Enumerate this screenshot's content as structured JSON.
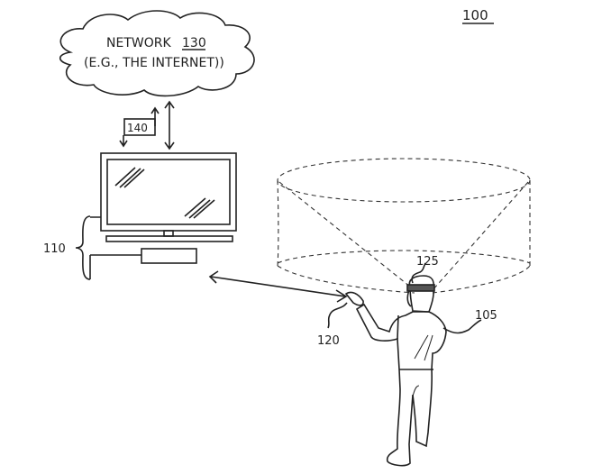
{
  "figure_label": "100",
  "network": {
    "line1": "NETWORK",
    "ref": "130",
    "line2": "(E.G., THE INTERNET))"
  },
  "link_label": "140",
  "system_label": "110",
  "controller_label": "120",
  "headset_label": "125",
  "user_label": "105"
}
